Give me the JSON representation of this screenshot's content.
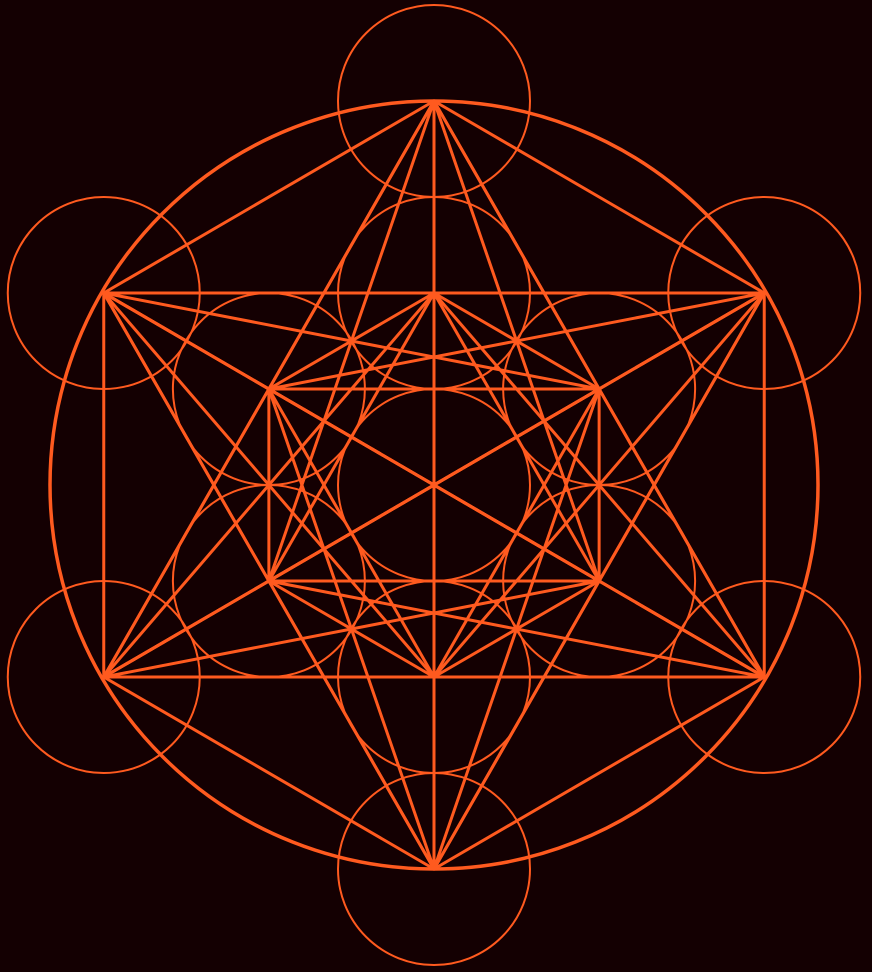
{
  "figure": {
    "subject": "metatrons-cube",
    "background_color": "#140002",
    "stroke_color": "#ff5a1f",
    "node_count": 13,
    "circle_count": 13,
    "enclosing_circle": true,
    "all_node_pairs_connected": true
  }
}
